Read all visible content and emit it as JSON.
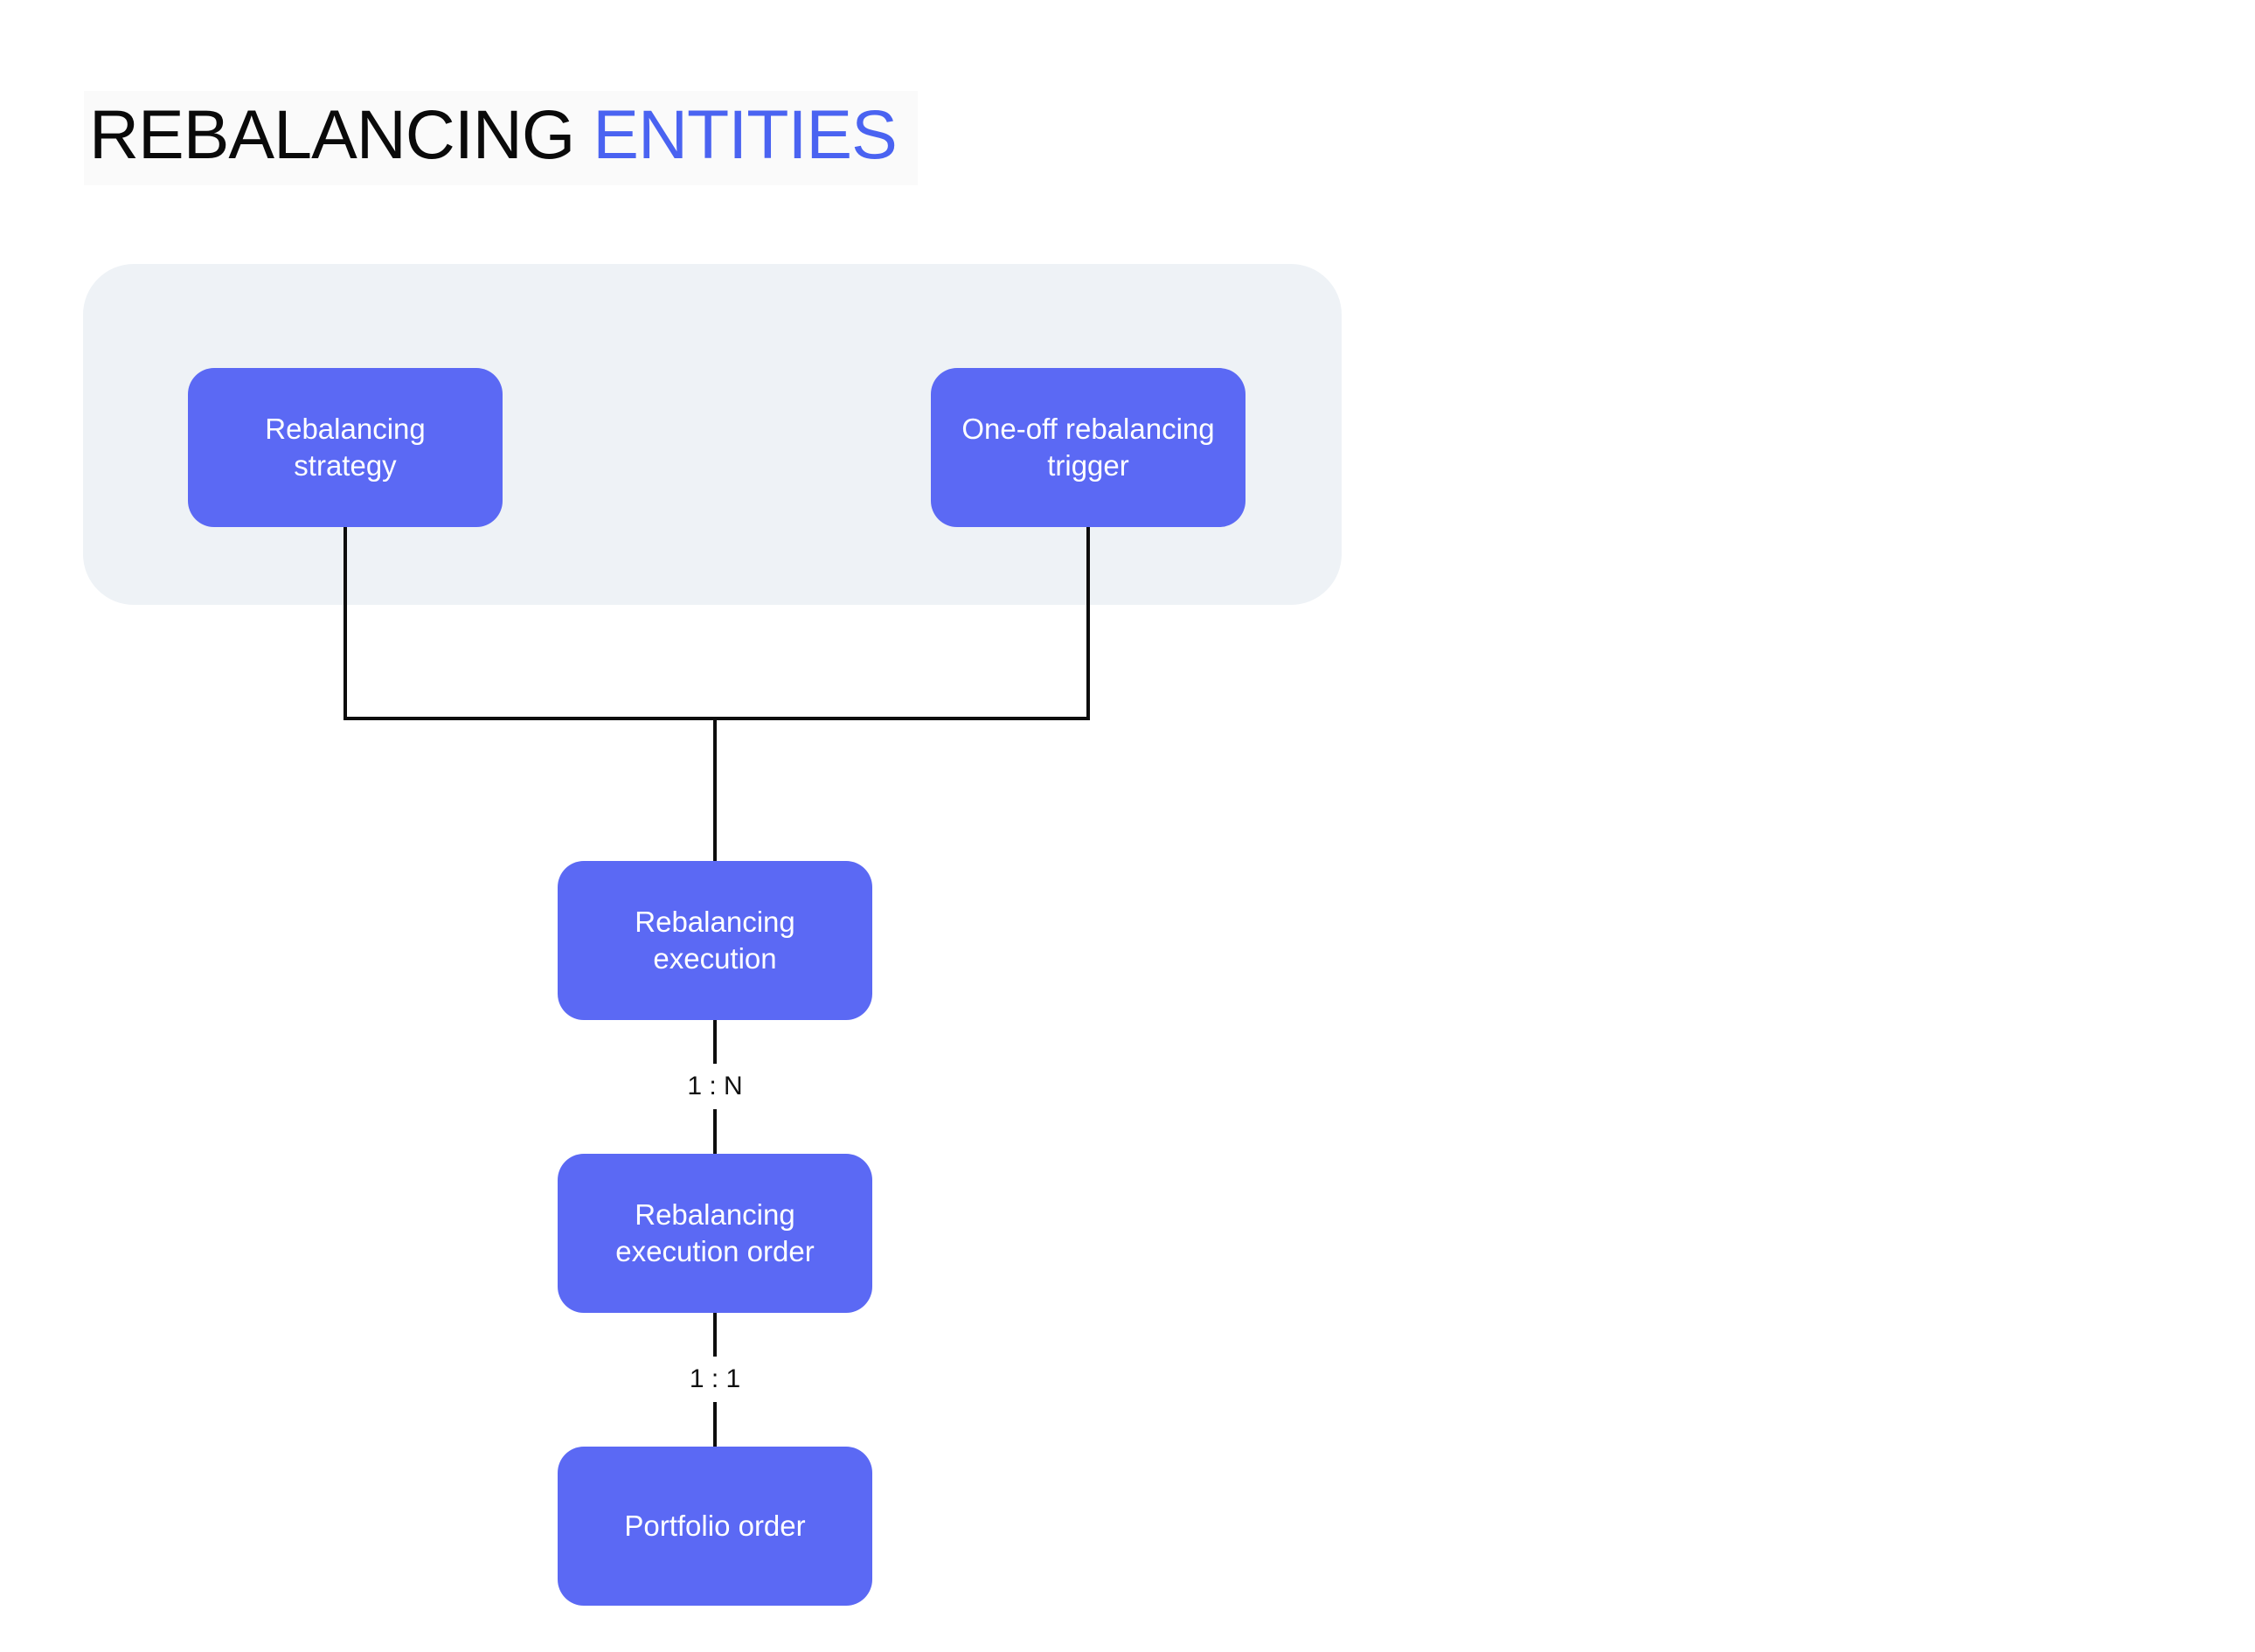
{
  "title": {
    "black": "REBALANCING ",
    "accent": "ENTITIES"
  },
  "colors": {
    "page_bg": "#ffffff",
    "title_text": "#0a0a0a",
    "title_highlight": "#fafafa",
    "accent": "#4a63f1",
    "panel": "#eef2f6",
    "node": "#5b69f4",
    "node_text": "#ffffff",
    "line": "#0d0d0d",
    "edge_label_text": "#101010"
  },
  "diagram": {
    "nodes": [
      {
        "id": "rebalancing-strategy",
        "label": "Rebalancing\nstrategy"
      },
      {
        "id": "one-off-rebalancing-trigger",
        "label": "One-off rebalancing\ntrigger"
      },
      {
        "id": "rebalancing-execution",
        "label": "Rebalancing\nexecution"
      },
      {
        "id": "rebalancing-execution-order",
        "label": "Rebalancing\nexecution order"
      },
      {
        "id": "portfolio-order",
        "label": "Portfolio order"
      }
    ],
    "edges": [
      {
        "from": "rebalancing-strategy",
        "to": "rebalancing-execution",
        "label": ""
      },
      {
        "from": "one-off-rebalancing-trigger",
        "to": "rebalancing-execution",
        "label": ""
      },
      {
        "from": "rebalancing-execution",
        "to": "rebalancing-execution-order",
        "label": "1 : N"
      },
      {
        "from": "rebalancing-execution-order",
        "to": "portfolio-order",
        "label": "1 : 1"
      }
    ]
  }
}
